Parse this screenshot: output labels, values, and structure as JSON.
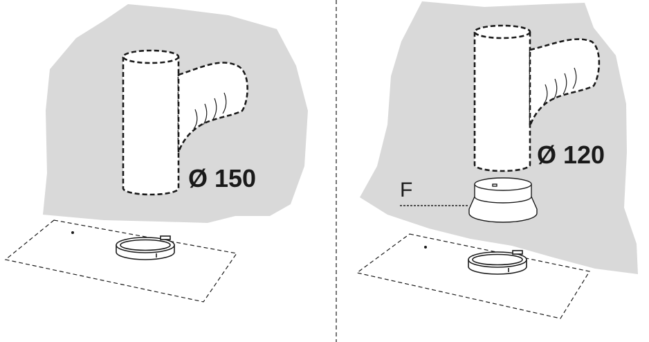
{
  "left_panel": {
    "diameter_label": "Ø 150"
  },
  "right_panel": {
    "diameter_label": "Ø 120",
    "part_label": "F"
  },
  "colors": {
    "wall": "#d9d9d9",
    "stroke": "#1a1a1a",
    "background": "#ffffff"
  }
}
